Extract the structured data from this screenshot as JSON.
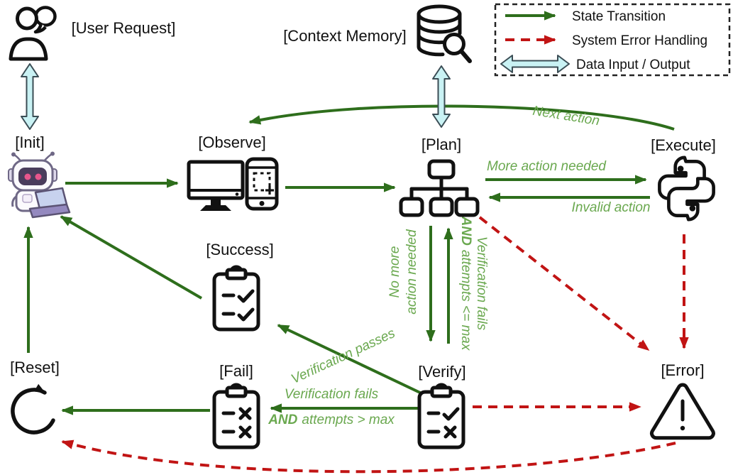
{
  "colors": {
    "state_transition_green": "#2e6e1c",
    "edge_label_green": "#6aa84f",
    "error_red": "#c11414",
    "data_io_fill": "#c9f2f4",
    "data_io_stroke": "#3b4d55",
    "ink": "#111111"
  },
  "legend": {
    "state_transition": "State Transition",
    "system_error_handling": "System Error Handling",
    "data_input_output": "Data Input / Output"
  },
  "external": {
    "user_request": "[User Request]",
    "context_memory": "[Context Memory]"
  },
  "states": {
    "init": "[Init]",
    "observe": "[Observe]",
    "plan": "[Plan]",
    "execute": "[Execute]",
    "success": "[Success]",
    "fail": "[Fail]",
    "verify": "[Verify]",
    "error": "[Error]",
    "reset": "[Reset]"
  },
  "edges": {
    "next_action": "Next action",
    "more_action": "More action needed",
    "invalid_action": "Invalid action",
    "no_more_l1": "No more",
    "no_more_l2": "action needed",
    "vf_retry_l1": "Verification fails",
    "vf_retry_and": "AND",
    "vf_retry_rest": "attempts <= max",
    "passes": "Verification passes",
    "fails_l1": "Verification fails",
    "fails_and": "AND",
    "fails_rest": "attempts > max"
  }
}
